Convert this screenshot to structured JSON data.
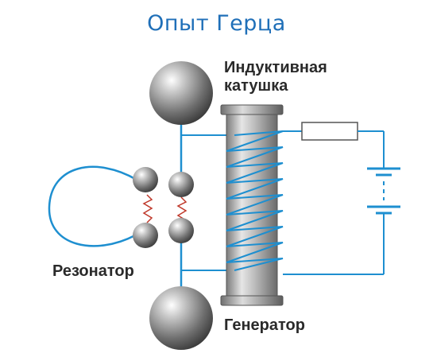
{
  "title": "Опыт Герца",
  "labels": {
    "coil_line1": "Индуктивная",
    "coil_line2": "катушка",
    "resonator": "Резонатор",
    "generator": "Генератор"
  },
  "colors": {
    "title": "#1f6fb8",
    "wire": "#1e8fd0",
    "spark": "#c0392b",
    "label": "#2a2a2a"
  }
}
